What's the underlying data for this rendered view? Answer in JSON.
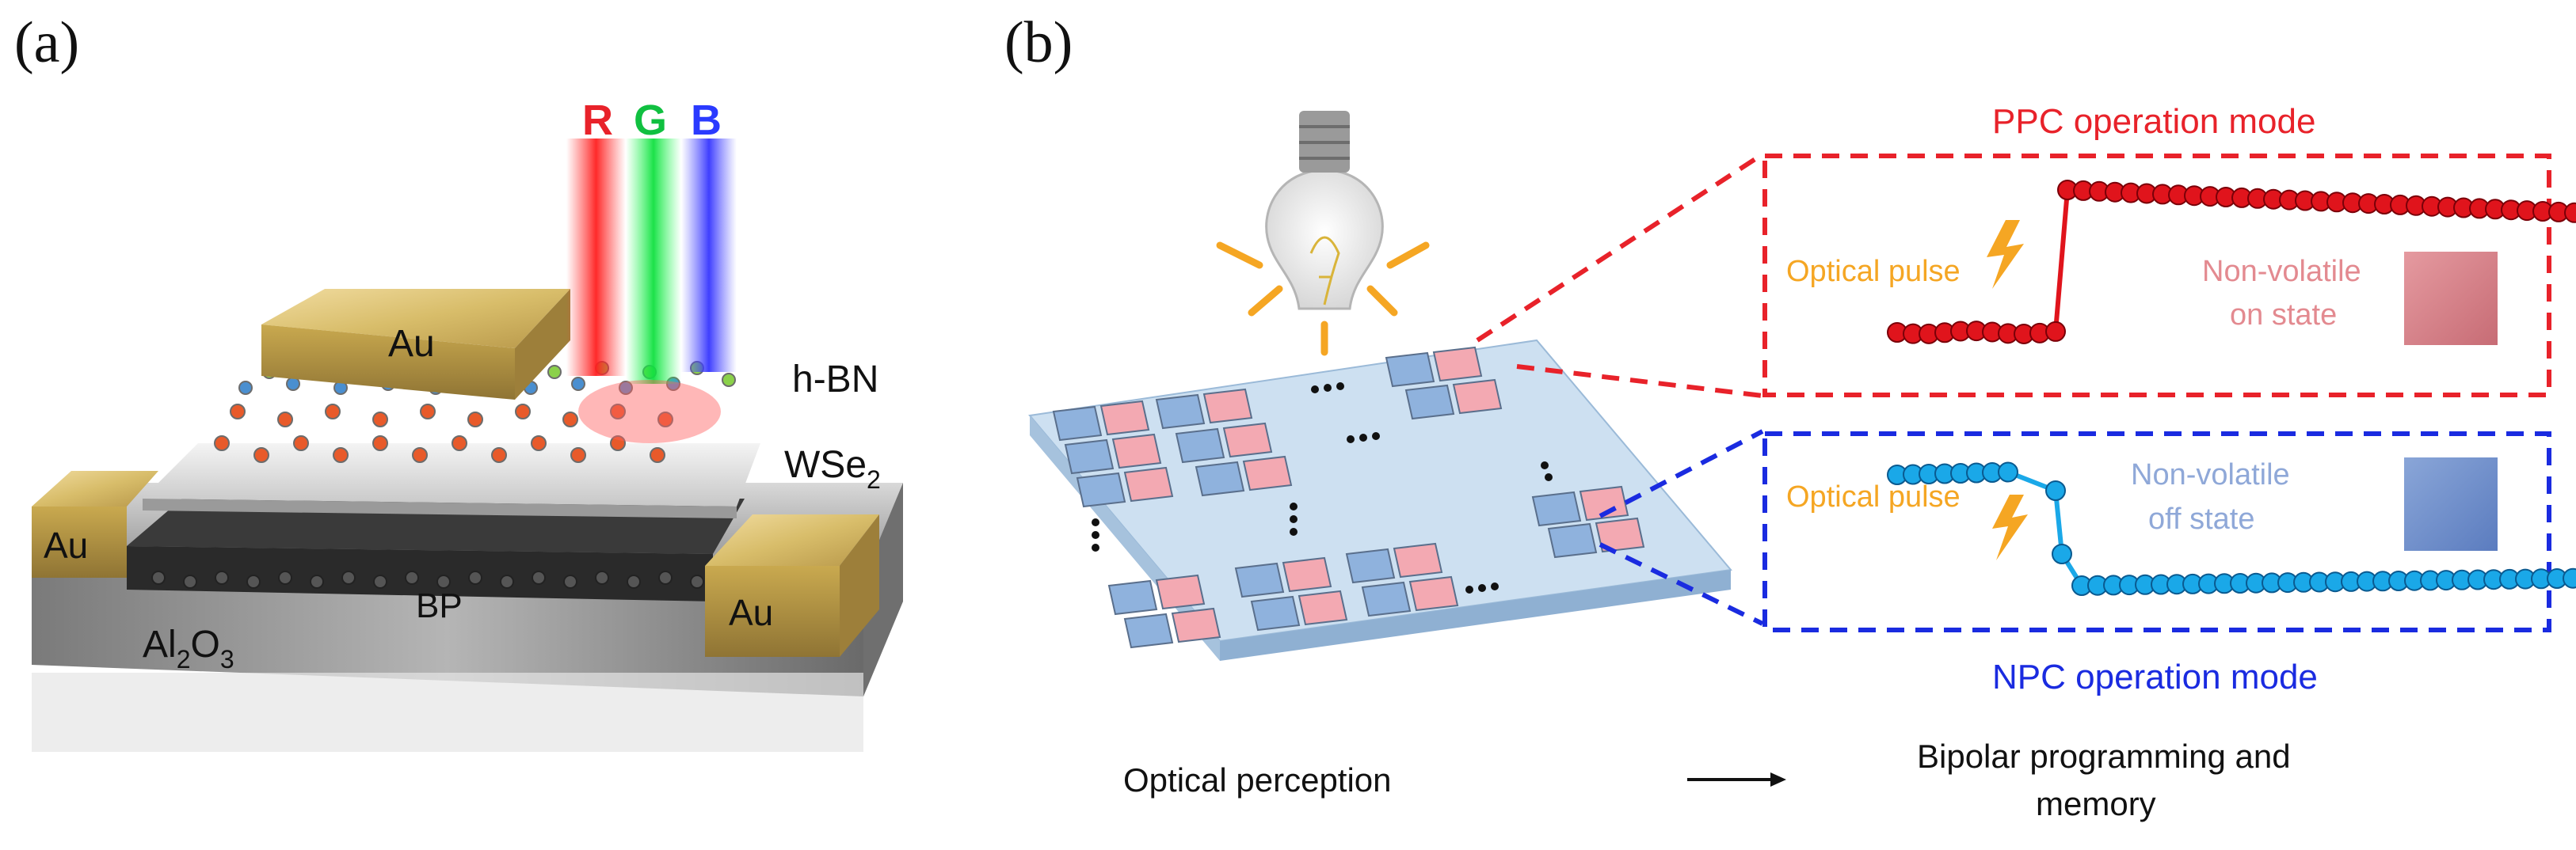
{
  "panels": {
    "a": {
      "label": "(a)",
      "beam_letters": {
        "r": "R",
        "g": "G",
        "b": "B"
      },
      "layers": {
        "au_top": "Au",
        "au_left": "Au",
        "au_right": "Au",
        "hbn": "h-BN",
        "wse2_main": "WSe",
        "wse2_sub": "2",
        "bp": "BP",
        "al2o3_a": "Al",
        "al2o3_sub1": "2",
        "al2o3_b": "O",
        "al2o3_sub2": "3"
      }
    },
    "b": {
      "label": "(b)",
      "ppc_title": "PPC operation mode",
      "npc_title": "NPC operation mode",
      "ppc_pulse": "Optical pulse",
      "ppc_state_1": "Non-volatile",
      "ppc_state_2": "on state",
      "npc_pulse": "Optical pulse",
      "npc_state_1": "Non-volatile",
      "npc_state_2": "off state",
      "dots": "...",
      "perception": "Optical perception",
      "programming_1": "Bipolar programming and",
      "programming_2": "memory"
    }
  },
  "colors": {
    "red": "#e8222a",
    "blue": "#1a2be0",
    "pink_cell": "#f3a9b2",
    "blue_cell": "#8fb2dd",
    "orange": "#f5a623",
    "ppc_trace": "#e0141c",
    "npc_trace": "#1aa8e8"
  }
}
